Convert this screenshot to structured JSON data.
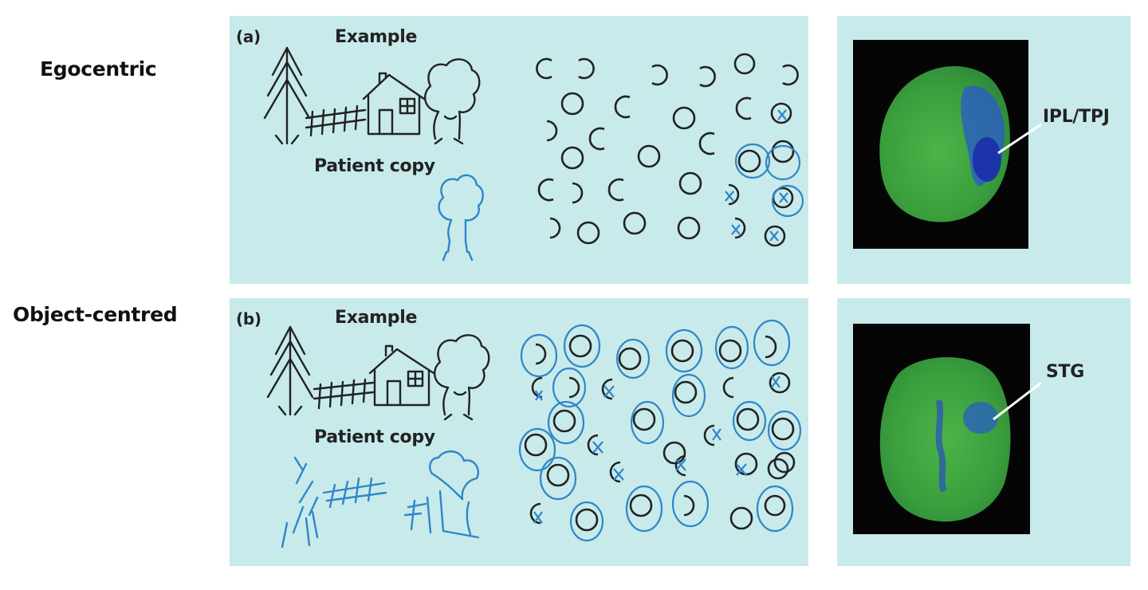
{
  "rows": [
    {
      "label": "Egocentric",
      "panel_letter": "(a)",
      "example_label": "Example",
      "copy_label": "Patient copy",
      "region_label": "IPL/TPJ"
    },
    {
      "label": "Object-centred",
      "panel_letter": "(b)",
      "example_label": "Example",
      "copy_label": "Patient copy",
      "region_label": "STG"
    }
  ],
  "colors": {
    "panel_bg": "#c8eaea",
    "ink": "#222222",
    "patient_ink": "#2f86c8",
    "brain_green": "#3fae3f",
    "lesion_blue": "#1f3fb5"
  }
}
